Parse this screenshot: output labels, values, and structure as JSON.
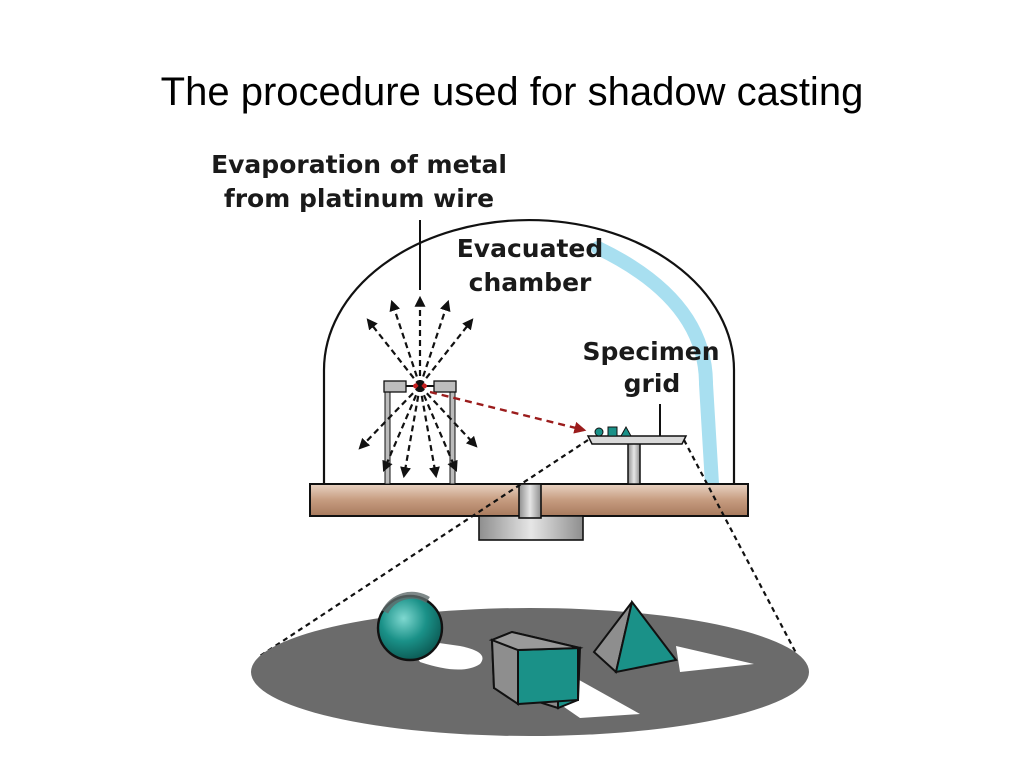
{
  "slide": {
    "title": "The procedure used for shadow casting"
  },
  "labels": {
    "evaporation_line1": "Evaporation of metal",
    "evaporation_line2": "from platinum wire",
    "chamber_line1": "Evacuated",
    "chamber_line2": "chamber",
    "specimen_line1": "Specimen",
    "specimen_line2": "grid"
  },
  "colors": {
    "base_plate": "#c9a38a",
    "chamber_highlight": "#a8dff0",
    "metal_path": "#9b1c1c",
    "teal": "#1a9188",
    "shadow_disk": "#6b6b6b"
  }
}
